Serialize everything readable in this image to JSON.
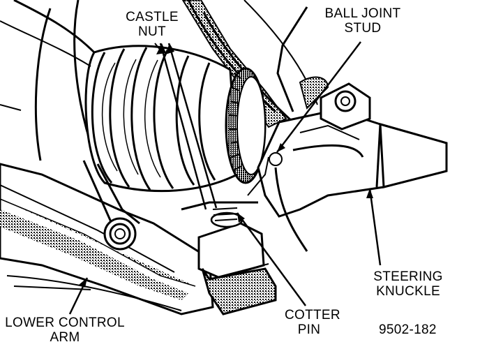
{
  "labels": {
    "castle_nut": [
      "CASTLE",
      "NUT"
    ],
    "ball_joint_stud": [
      "BALL JOINT",
      "STUD"
    ],
    "steering_knuckle": [
      "STEERING",
      "KNUCKLE"
    ],
    "lower_control_arm": [
      "LOWER CONTROL",
      "ARM"
    ],
    "cotter_pin": [
      "COTTER",
      "PIN"
    ],
    "figure_number": "9502-182"
  },
  "colors": {
    "ink": "#000000",
    "paper": "#ffffff",
    "shade": "#9a9a9a"
  }
}
